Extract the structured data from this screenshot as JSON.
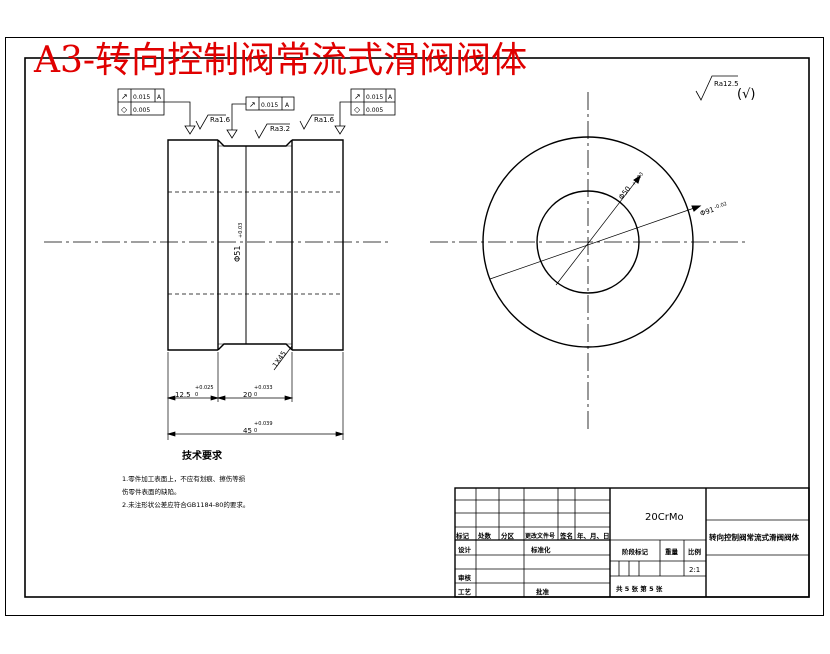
{
  "title": "A3-转向控制阀常流式滑阀阀体",
  "gtol": {
    "left": {
      "rows": [
        {
          "sym": "↗",
          "val": "0.015",
          "ref": "A"
        },
        {
          "sym": "◇",
          "val": "0.005",
          "ref": ""
        }
      ]
    },
    "center": {
      "rows": [
        {
          "sym": "↗",
          "val": "0.015",
          "ref": "A"
        }
      ]
    },
    "right": {
      "rows": [
        {
          "sym": "↗",
          "val": "0.015",
          "ref": "A"
        },
        {
          "sym": "◇",
          "val": "0.005",
          "ref": ""
        }
      ]
    }
  },
  "roughness": {
    "left": "Ra1.6",
    "center": "Ra3.2",
    "right": "Ra1.6",
    "general": "Ra12.5",
    "general_suffix": "(√)"
  },
  "dims": {
    "bore": "Φ51",
    "bore_tol": "+0.03",
    "chamfer": "1X45",
    "d1": "12.5",
    "d1_tol": "+0.025",
    "d2": "20",
    "d2_tol": "+0.033",
    "total": "45",
    "total_tol": "+0.039",
    "od": "Φ91",
    "od_tol": "-0.02",
    "id": "Φ50",
    "id_tol": "+0.03",
    "tol_lower": "0"
  },
  "notes": {
    "heading": "技术要求",
    "lines": [
      "1.零件加工表面上，不应有划痕、擦伤等损",
      "伤零件表面的缺陷。",
      "2.未注形状公差应符合GB1184-80的要求。"
    ]
  },
  "title_block": {
    "material": "20CrMo",
    "part_name": "转向控制阀常流式滑阀阀体",
    "h_biaoji": "标记",
    "h_chushu": "处数",
    "h_fenqu": "分区",
    "h_wenjian": "更改文件号",
    "h_qianming": "签名",
    "h_date": "年、月、日",
    "designer": "设计",
    "standardize": "标准化",
    "stage": "阶段标记",
    "weight": "重量",
    "scale": "比例",
    "scale_val": "2:1",
    "review": "审核",
    "craft": "工艺",
    "approve": "批准",
    "sheets": "共 5 张    第 5 张"
  }
}
